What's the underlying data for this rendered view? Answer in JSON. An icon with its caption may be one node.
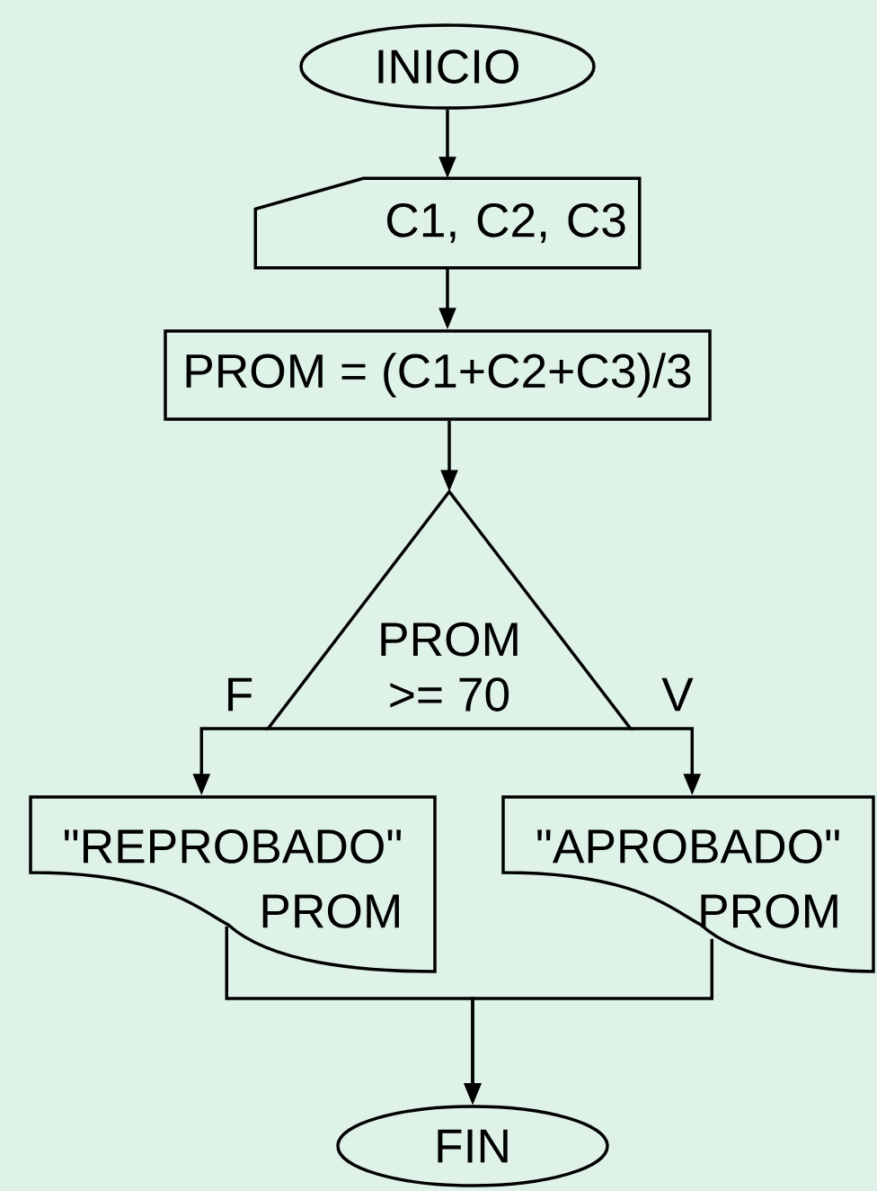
{
  "diagram": {
    "nodes": [
      {
        "text": [
          "INICIO"
        ]
      },
      {
        "text": [
          "C1, C2, C3"
        ]
      },
      {
        "text": [
          "PROM = (C1+C2+C3)/3"
        ]
      },
      {
        "text": [
          "PROM >= 70"
        ]
      },
      {
        "text": [
          "\"REPROBADO\"",
          "PROM"
        ]
      },
      {
        "text": [
          "\"APROBADO\"",
          "PROM"
        ]
      },
      {
        "text": [
          "FIN"
        ]
      }
    ],
    "edges": [
      {
        "from": 0,
        "to": 1,
        "arrow": "to"
      },
      {
        "from": 1,
        "to": 2,
        "arrow": "to"
      },
      {
        "from": 2,
        "to": 3,
        "arrow": "to"
      },
      {
        "from": 3,
        "to": 4,
        "arrow": "to",
        "label": "F"
      },
      {
        "from": 3,
        "to": 5,
        "arrow": "to",
        "label": "V"
      },
      {
        "from": 4,
        "to": 6,
        "arrow": "to"
      },
      {
        "from": 5,
        "to": 6,
        "arrow": "to"
      }
    ]
  }
}
